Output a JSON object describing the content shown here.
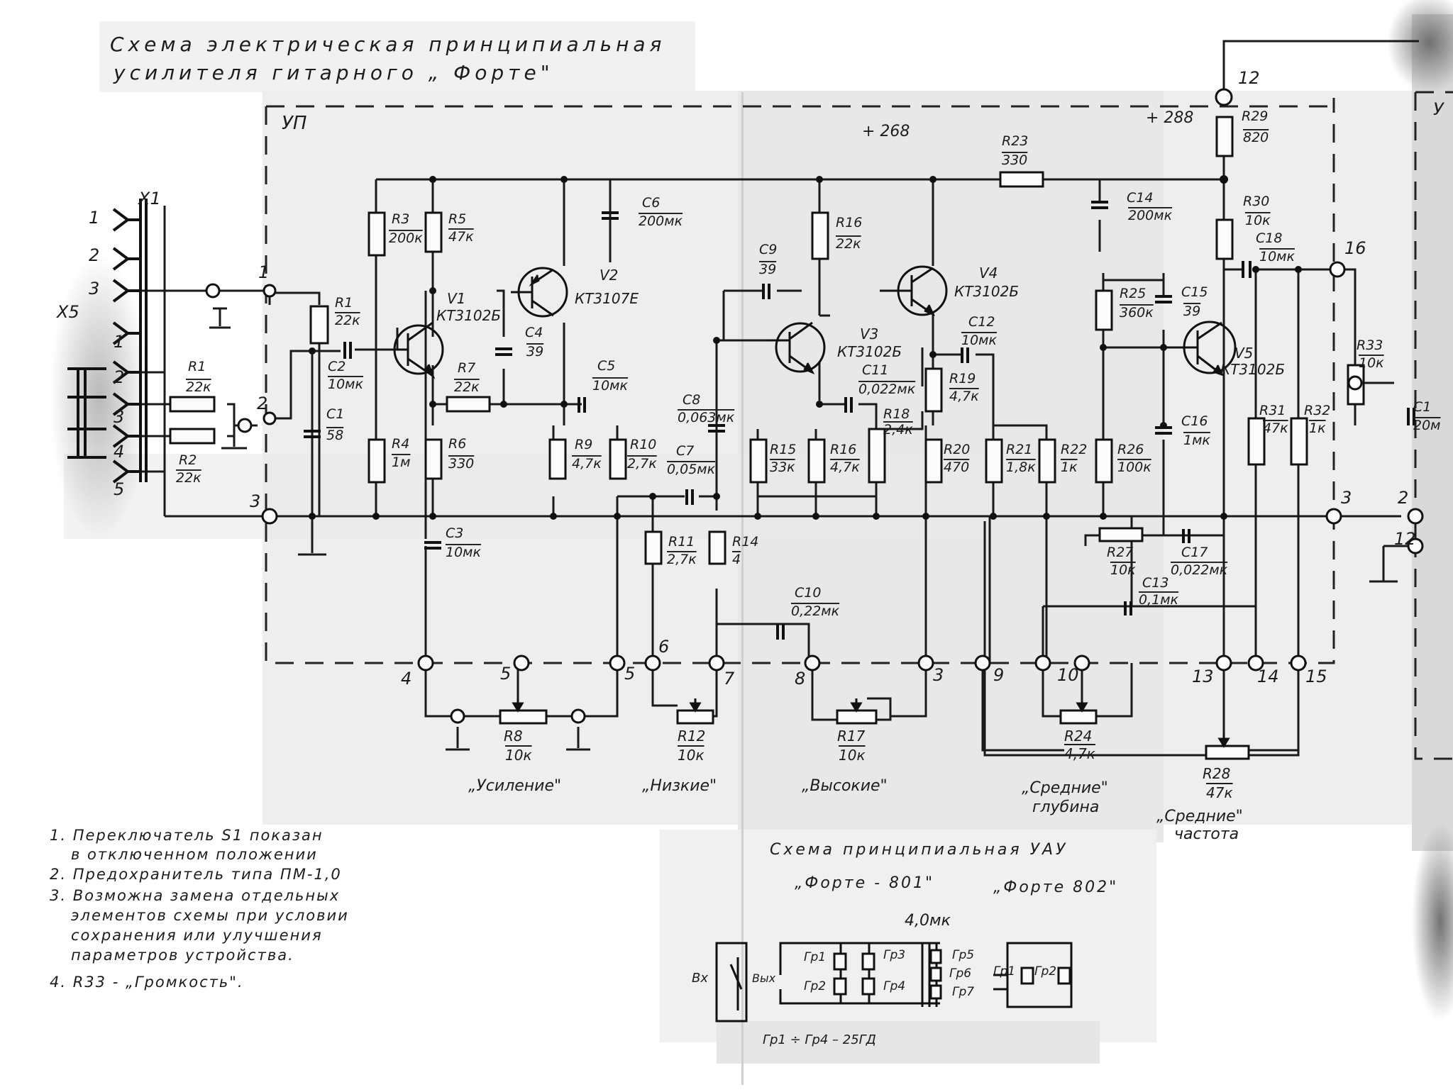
{
  "title": {
    "line1": "Схема электрическая принципиальная",
    "line2": "усилителя гитарного „ Форте\""
  },
  "board_label": "УП",
  "board_label_right": "У",
  "voltages": {
    "v1": "+ 268",
    "v2": "+ 288"
  },
  "connector_x1": "X1",
  "connector_x5": "X5",
  "x1_pins": [
    "1",
    "2",
    "3"
  ],
  "x5_pins": [
    "1",
    "2",
    "3",
    "4",
    "5"
  ],
  "nodes": {
    "n1": "1",
    "n2": "2",
    "n3": "3",
    "n4": "4",
    "n5a": "5",
    "n5b": "5",
    "n6": "6",
    "n7": "7",
    "n8": "8",
    "n3b": "3",
    "n9": "9",
    "n10": "10",
    "n13": "13",
    "n14": "14",
    "n15": "15",
    "n16": "16",
    "n12": "12",
    "n3r": "3",
    "n2r": "2",
    "n12r": "12"
  },
  "resistors": [
    {
      "ref": "R1",
      "val": "22к"
    },
    {
      "ref": "R1",
      "val": "22к"
    },
    {
      "ref": "R2",
      "val": "22к"
    },
    {
      "ref": "R3",
      "val": "200к"
    },
    {
      "ref": "R4",
      "val": "1м"
    },
    {
      "ref": "R5",
      "val": "47к"
    },
    {
      "ref": "R6",
      "val": "330"
    },
    {
      "ref": "R7",
      "val": "22к"
    },
    {
      "ref": "R9",
      "val": "4,7к"
    },
    {
      "ref": "R10",
      "val": "2,7к"
    },
    {
      "ref": "R11",
      "val": "2,7к"
    },
    {
      "ref": "R14",
      "val": "4"
    },
    {
      "ref": "R15",
      "val": "33к"
    },
    {
      "ref": "R16",
      "val": "4,7к"
    },
    {
      "ref": "R16",
      "val": "22к"
    },
    {
      "ref": "R18",
      "val": "2,4к"
    },
    {
      "ref": "R19",
      "val": "4,7к"
    },
    {
      "ref": "R20",
      "val": "470"
    },
    {
      "ref": "R21",
      "val": "1,8к"
    },
    {
      "ref": "R22",
      "val": "1к"
    },
    {
      "ref": "R23",
      "val": "330"
    },
    {
      "ref": "R25",
      "val": "360к"
    },
    {
      "ref": "R26",
      "val": "100к"
    },
    {
      "ref": "R27",
      "val": "10к"
    },
    {
      "ref": "R29",
      "val": "820"
    },
    {
      "ref": "R30",
      "val": "10к"
    },
    {
      "ref": "R31",
      "val": "47к"
    },
    {
      "ref": "R32",
      "val": "1к"
    },
    {
      "ref": "R33",
      "val": "10к"
    }
  ],
  "capacitors": [
    {
      "ref": "C1",
      "val": "58"
    },
    {
      "ref": "C2",
      "val": "10мк"
    },
    {
      "ref": "C3",
      "val": "10мк"
    },
    {
      "ref": "C4",
      "val": "39"
    },
    {
      "ref": "C5",
      "val": "10мк"
    },
    {
      "ref": "C6",
      "val": "200мк"
    },
    {
      "ref": "C7",
      "val": "0,05мк"
    },
    {
      "ref": "C8",
      "val": "0,063мк"
    },
    {
      "ref": "C9",
      "val": "39"
    },
    {
      "ref": "C10",
      "val": "0,22мк"
    },
    {
      "ref": "C11",
      "val": "0,022мк"
    },
    {
      "ref": "C12",
      "val": "10мк"
    },
    {
      "ref": "C13",
      "val": "0,1мк"
    },
    {
      "ref": "C14",
      "val": "200мк"
    },
    {
      "ref": "C15",
      "val": "39"
    },
    {
      "ref": "C16",
      "val": "1мк"
    },
    {
      "ref": "C17",
      "val": "0,022мк"
    },
    {
      "ref": "C18",
      "val": "10мк"
    },
    {
      "ref": "C1",
      "val": "20м"
    }
  ],
  "transistors": [
    {
      "ref": "V1",
      "type": "КТ3102Б"
    },
    {
      "ref": "V2",
      "type": "КТ3107Е"
    },
    {
      "ref": "V3",
      "type": "КТ3102Б"
    },
    {
      "ref": "V4",
      "type": "КТ3102Б"
    },
    {
      "ref": "V5",
      "type": "КТ3102Б"
    }
  ],
  "potentiometers": [
    {
      "ref": "R8",
      "val": "10к",
      "caption": "„Усиление\""
    },
    {
      "ref": "R12",
      "val": "10к",
      "caption": "„Низкие\""
    },
    {
      "ref": "R17",
      "val": "10к",
      "caption": "„Высокие\""
    },
    {
      "ref": "R24",
      "val": "4,7к",
      "caption": "„Средние\"",
      "caption2": "глубина"
    },
    {
      "ref": "R28",
      "val": "47к",
      "caption": "„Средние\"",
      "caption2": "частота"
    }
  ],
  "notes": [
    "1. Переключатель S1 показан",
    "в отключенном положении",
    "2. Предохранитель типа ПМ-1,0",
    "3. Возможна замена отдельных",
    "элементов схемы при условии",
    "сохранения или улучшения",
    "параметров устройства.",
    "4. R33 - „Громкость\"."
  ],
  "uau": {
    "title": "Схема принципиальная УАУ",
    "model1": "„Форте - 801\"",
    "model2": "„Форте 802\"",
    "cap": "4,0мк",
    "in": "Вх",
    "out": "Вых",
    "gr": [
      "Гр1",
      "Гр2",
      "Гр3",
      "Гр4",
      "Гр5",
      "Гр6",
      "Гр7",
      "Гр1",
      "Гр2"
    ],
    "footer": "Гр1 ÷ Гр4 – 25ГД"
  }
}
